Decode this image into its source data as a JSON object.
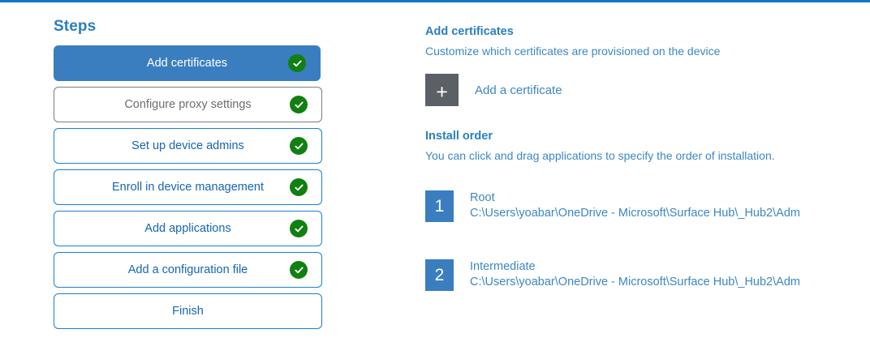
{
  "theme": {
    "accent_blue": "#0b7ac4",
    "selected_step_blue": "#3a7ebf",
    "outline_blue": "#1a7fd4",
    "link_blue": "#3c87c4",
    "heading_blue": "#2a7fc0",
    "muted_gray": "#6d6d6d",
    "check_green": "#108010",
    "tile_gray": "#5a6066"
  },
  "steps_pane": {
    "title": "Steps",
    "items": [
      {
        "label": "Add certificates",
        "state": "selected",
        "completed": true
      },
      {
        "label": "Configure proxy settings",
        "state": "muted",
        "completed": true
      },
      {
        "label": "Set up device admins",
        "state": "outline",
        "completed": true
      },
      {
        "label": "Enroll in device management",
        "state": "outline",
        "completed": true
      },
      {
        "label": "Add applications",
        "state": "outline",
        "completed": true
      },
      {
        "label": "Add a configuration file",
        "state": "outline",
        "completed": true
      },
      {
        "label": "Finish",
        "state": "outline",
        "completed": false
      }
    ],
    "check_icon": "check-circle-icon"
  },
  "detail_pane": {
    "heading": "Add certificates",
    "subtext": "Customize which certificates are provisioned on the device",
    "add_certificate": {
      "label": "Add a certificate",
      "icon": "plus-icon",
      "glyph": "+"
    },
    "install_order": {
      "heading": "Install order",
      "subtext": "You can click and drag applications to specify the order of installation.",
      "items": [
        {
          "index": "1",
          "name": "Root",
          "path": "C:\\Users\\yoabar\\OneDrive - Microsoft\\Surface Hub\\_Hub2\\Adm"
        },
        {
          "index": "2",
          "name": "Intermediate",
          "path": "C:\\Users\\yoabar\\OneDrive - Microsoft\\Surface Hub\\_Hub2\\Adm"
        }
      ]
    }
  }
}
